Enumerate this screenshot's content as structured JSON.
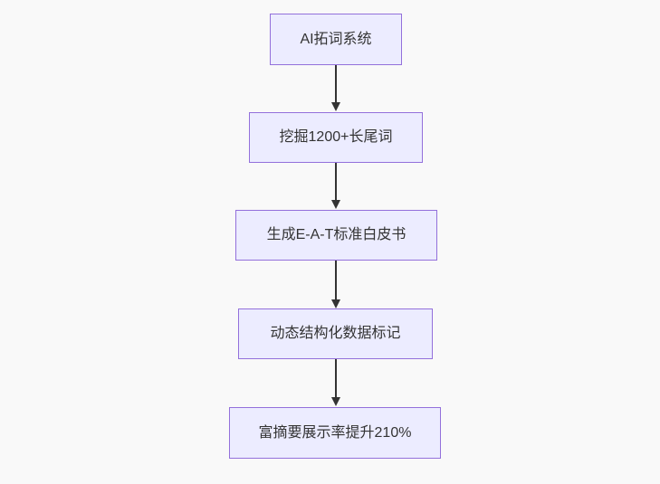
{
  "flowchart": {
    "type": "flowchart-vertical",
    "nodes": [
      {
        "label": "AI拓词系统"
      },
      {
        "label": "挖掘1200+长尾词"
      },
      {
        "label": "生成E-A-T标准白皮书"
      },
      {
        "label": "动态结构化数据标记"
      },
      {
        "label": "富摘要展示率提升210%"
      }
    ],
    "edges": [
      {
        "from": 0,
        "to": 1
      },
      {
        "from": 1,
        "to": 2
      },
      {
        "from": 2,
        "to": 3
      },
      {
        "from": 3,
        "to": 4
      }
    ],
    "colors": {
      "node_fill": "#ECECFF",
      "node_border": "#9370DB",
      "arrow": "#333333",
      "text": "#333333",
      "background": "#f9f9f9"
    }
  }
}
